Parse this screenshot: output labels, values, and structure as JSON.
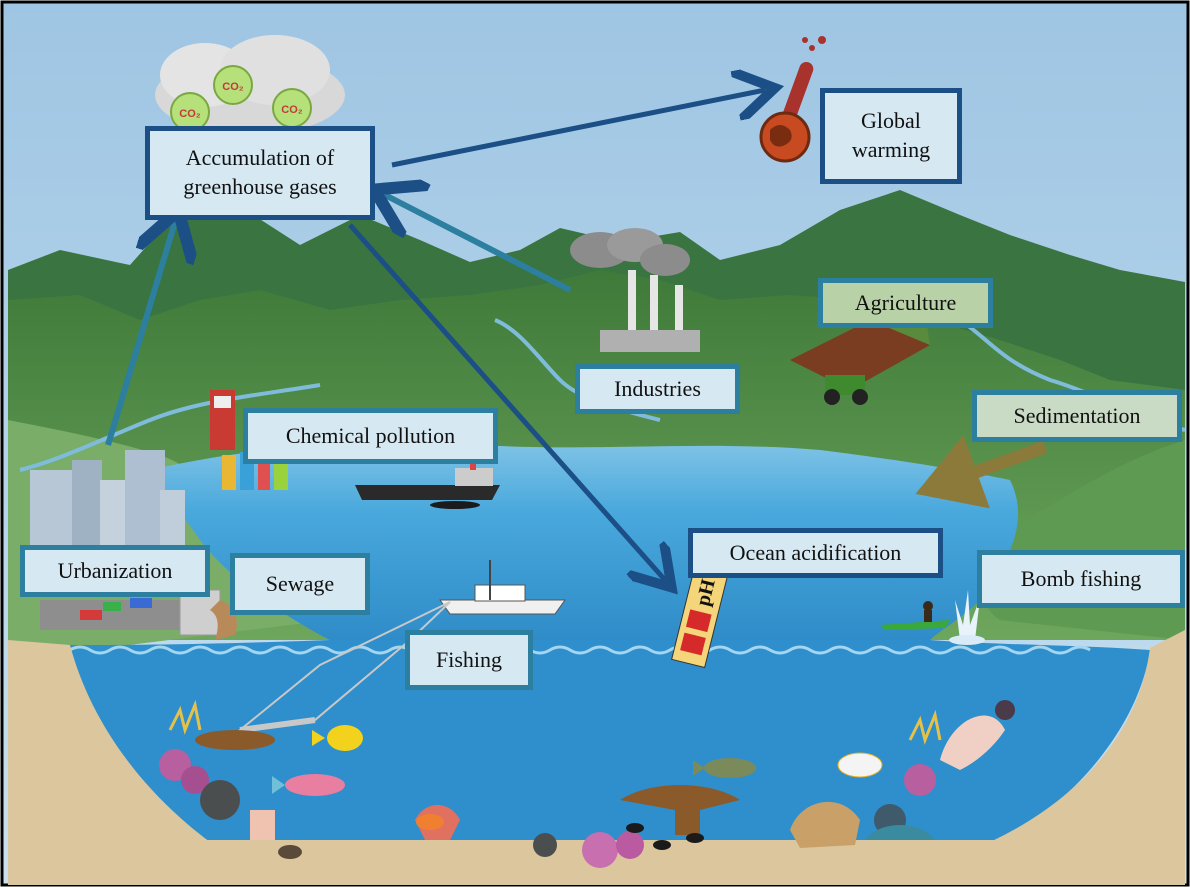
{
  "labels": {
    "greenhouse": "Accumulation of\ngreenhouse gases",
    "global_warming": "Global\nwarming",
    "agriculture": "Agriculture",
    "industries": "Industries",
    "chemical_pollution": "Chemical pollution",
    "sedimentation": "Sedimentation",
    "ocean_acidification": "Ocean acidification",
    "bomb_fishing": "Bomb fishing",
    "urbanization": "Urbanization",
    "sewage": "Sewage",
    "fishing": "Fishing"
  },
  "icons": {
    "co2_a": "CO₂",
    "co2_b": "CO₂",
    "co2_c": "CO₂",
    "ph": "pH"
  },
  "colors": {
    "sky": "#a9cde6",
    "ocean": "#3f9fd4",
    "land_green": "#4e8a46",
    "sand": "#dcc69e",
    "arrow_dark": "#1c4f86",
    "arrow_teal": "#2c7f9e",
    "arrow_sediment": "#8c7a3a"
  }
}
